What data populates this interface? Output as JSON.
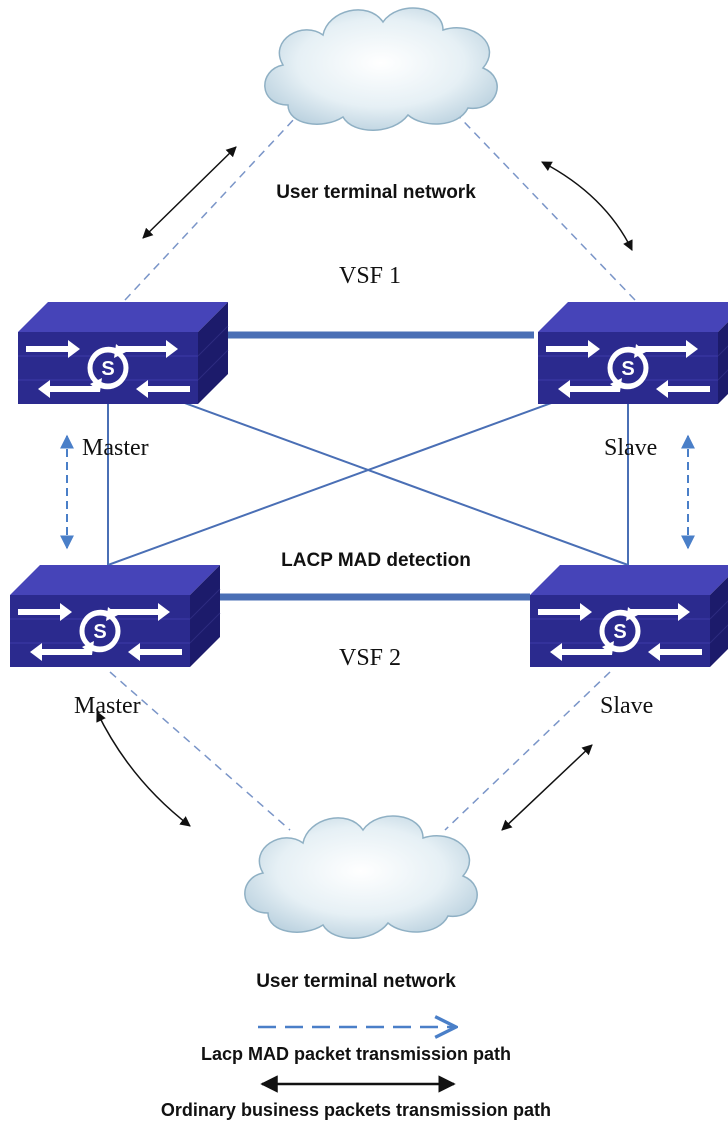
{
  "labels": {
    "user_network_top": "User terminal network",
    "vsf1": "VSF 1",
    "vsf2": "VSF 2",
    "master_top": "Master",
    "slave_top": "Slave",
    "master_bottom": "Master",
    "slave_bottom": "Slave",
    "lacp_mad": "LACP MAD detection",
    "user_network_bottom": "User terminal network"
  },
  "legend": {
    "lacp_path": "Lacp MAD packet transmission path",
    "business_path": "Ordinary business packets transmission path"
  },
  "colors": {
    "switch_body": "#2b2a8e",
    "switch_dark": "#1c1b6b",
    "switch_light": "#4644b8",
    "link": "#4a6fb5",
    "dashed_link": "#7a95c8",
    "cloud_fill": "#d4e6ef",
    "arrow_black": "#111111",
    "arrow_blue": "#4a7fc8"
  }
}
